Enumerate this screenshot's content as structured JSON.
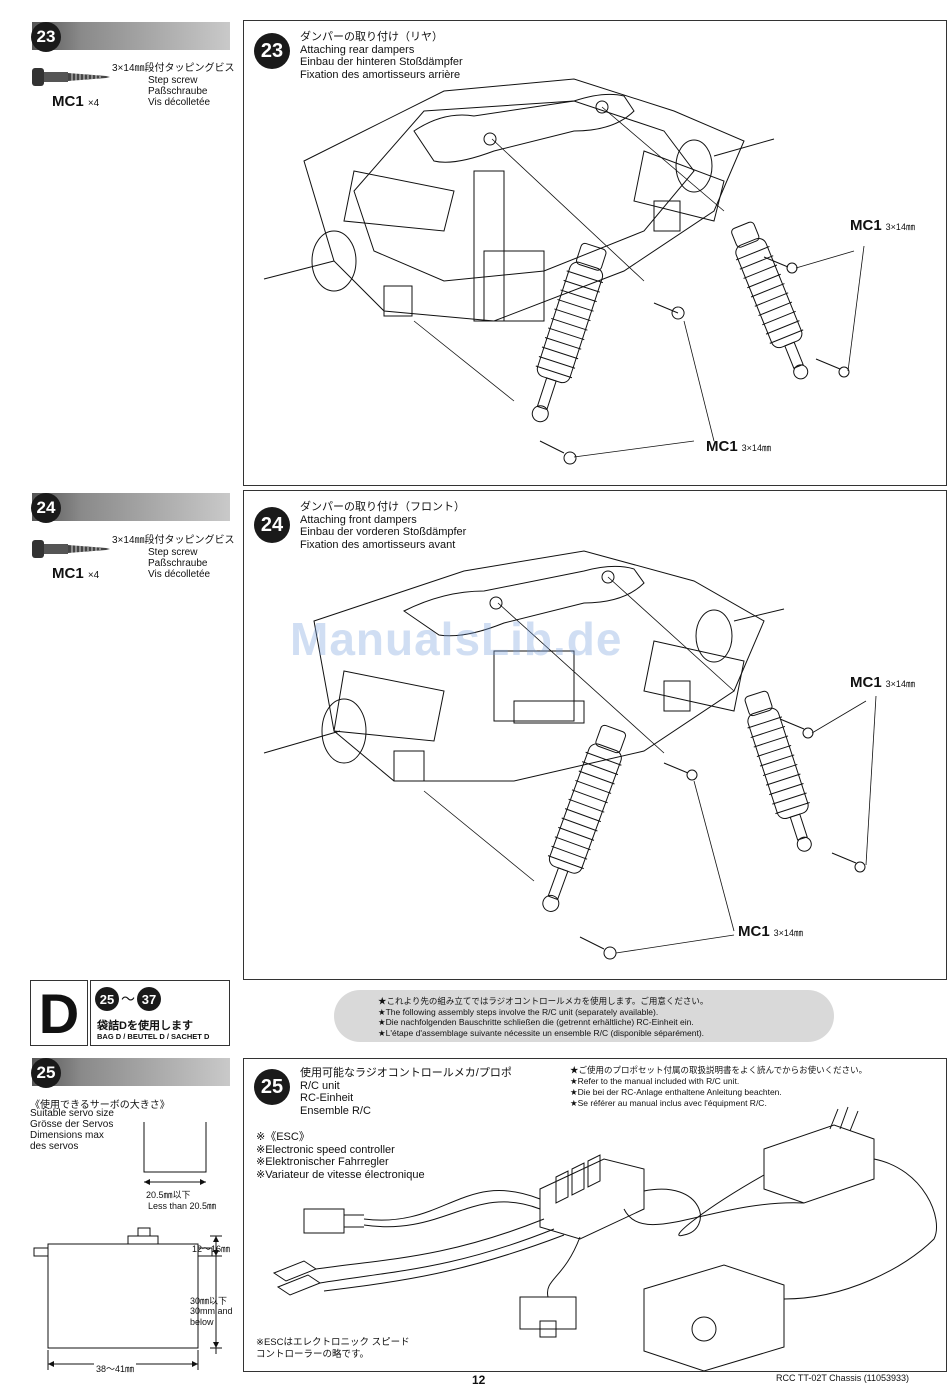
{
  "steps": {
    "s23": {
      "number": "23",
      "part_spec": "3×14㎜段付タッピングビス",
      "part_names": [
        "Step screw",
        "Paßschraube",
        "Vis décolletée"
      ],
      "part_code": "MC1",
      "part_qty": "×4",
      "title_jp": "ダンパーの取り付け（リヤ）",
      "title_en": "Attaching rear dampers",
      "title_de": "Einbau der hinteren Stoßdämpfer",
      "title_fr": "Fixation des amortisseurs arrière",
      "callout1_code": "MC1",
      "callout1_size": "3×14㎜",
      "callout2_code": "MC1",
      "callout2_size": "3×14㎜"
    },
    "s24": {
      "number": "24",
      "part_spec": "3×14㎜段付タッピングビス",
      "part_names": [
        "Step screw",
        "Paßschraube",
        "Vis décolletée"
      ],
      "part_code": "MC1",
      "part_qty": "×4",
      "title_jp": "ダンパーの取り付け（フロント）",
      "title_en": "Attaching front dampers",
      "title_de": "Einbau der vorderen Stoßdämpfer",
      "title_fr": "Fixation des amortisseurs avant",
      "callout1_code": "MC1",
      "callout1_size": "3×14㎜",
      "callout2_code": "MC1",
      "callout2_size": "3×14㎜"
    },
    "s25": {
      "number": "25",
      "servo_title": "《使用できるサーボの大きさ》",
      "servo_lines": [
        "Suitable servo size",
        "Grösse der Servos",
        "Dimensions max",
        "des servos"
      ],
      "width_jp": "20.5㎜以下",
      "width_en": "Less than 20.5㎜",
      "height_top": "12～16㎜",
      "height_jp": "30㎜以下",
      "height_en": "30mm and below",
      "length": "38～41㎜",
      "title_jp": "使用可能なラジオコントロールメカ/プロポ",
      "title_en": "R/C unit",
      "title_de": "RC-Einheit",
      "title_fr": "Ensemble R/C",
      "notes": [
        "★ご使用のプロポセット付属の取扱説明書をよく読んでからお使いください。",
        "★Refer to the manual included with R/C unit.",
        "★Die bei der RC-Anlage enthaltene Anleitung beachten.",
        "★Se référer au manual inclus avec l'équipment R/C."
      ],
      "esc_lines": [
        "※《ESC》",
        "※Electronic speed controller",
        "※Elektronischer Fahrregler",
        "※Variateur de vitesse électronique"
      ],
      "esc_footnote": [
        "※ESCはエレクトロニック スピード",
        "コントローラーの略です。"
      ]
    }
  },
  "section_d": {
    "letter": "D",
    "range_start": "25",
    "range_sep": "～",
    "range_end": "37",
    "bag_jp": "袋詰Dを使用します",
    "bag_en": "BAG D / BEUTEL D / SACHET D"
  },
  "notice": [
    "★これより先の組み立てではラジオコントロールメカを使用します。ご用意ください。",
    "★The following assembly steps involve the R/C unit (separately available).",
    "★Die nachfolgenden Bauschritte schließen die (getrennt erhältliche) RC-Einheit ein.",
    "★L'étape d'assemblage suivante nécessite un ensemble R/C (disponible séparément)."
  ],
  "watermark": "ManualsLib.de",
  "footer": {
    "page_number": "12",
    "doc_title": "RCC TT-02T Chassis (11053933)"
  }
}
